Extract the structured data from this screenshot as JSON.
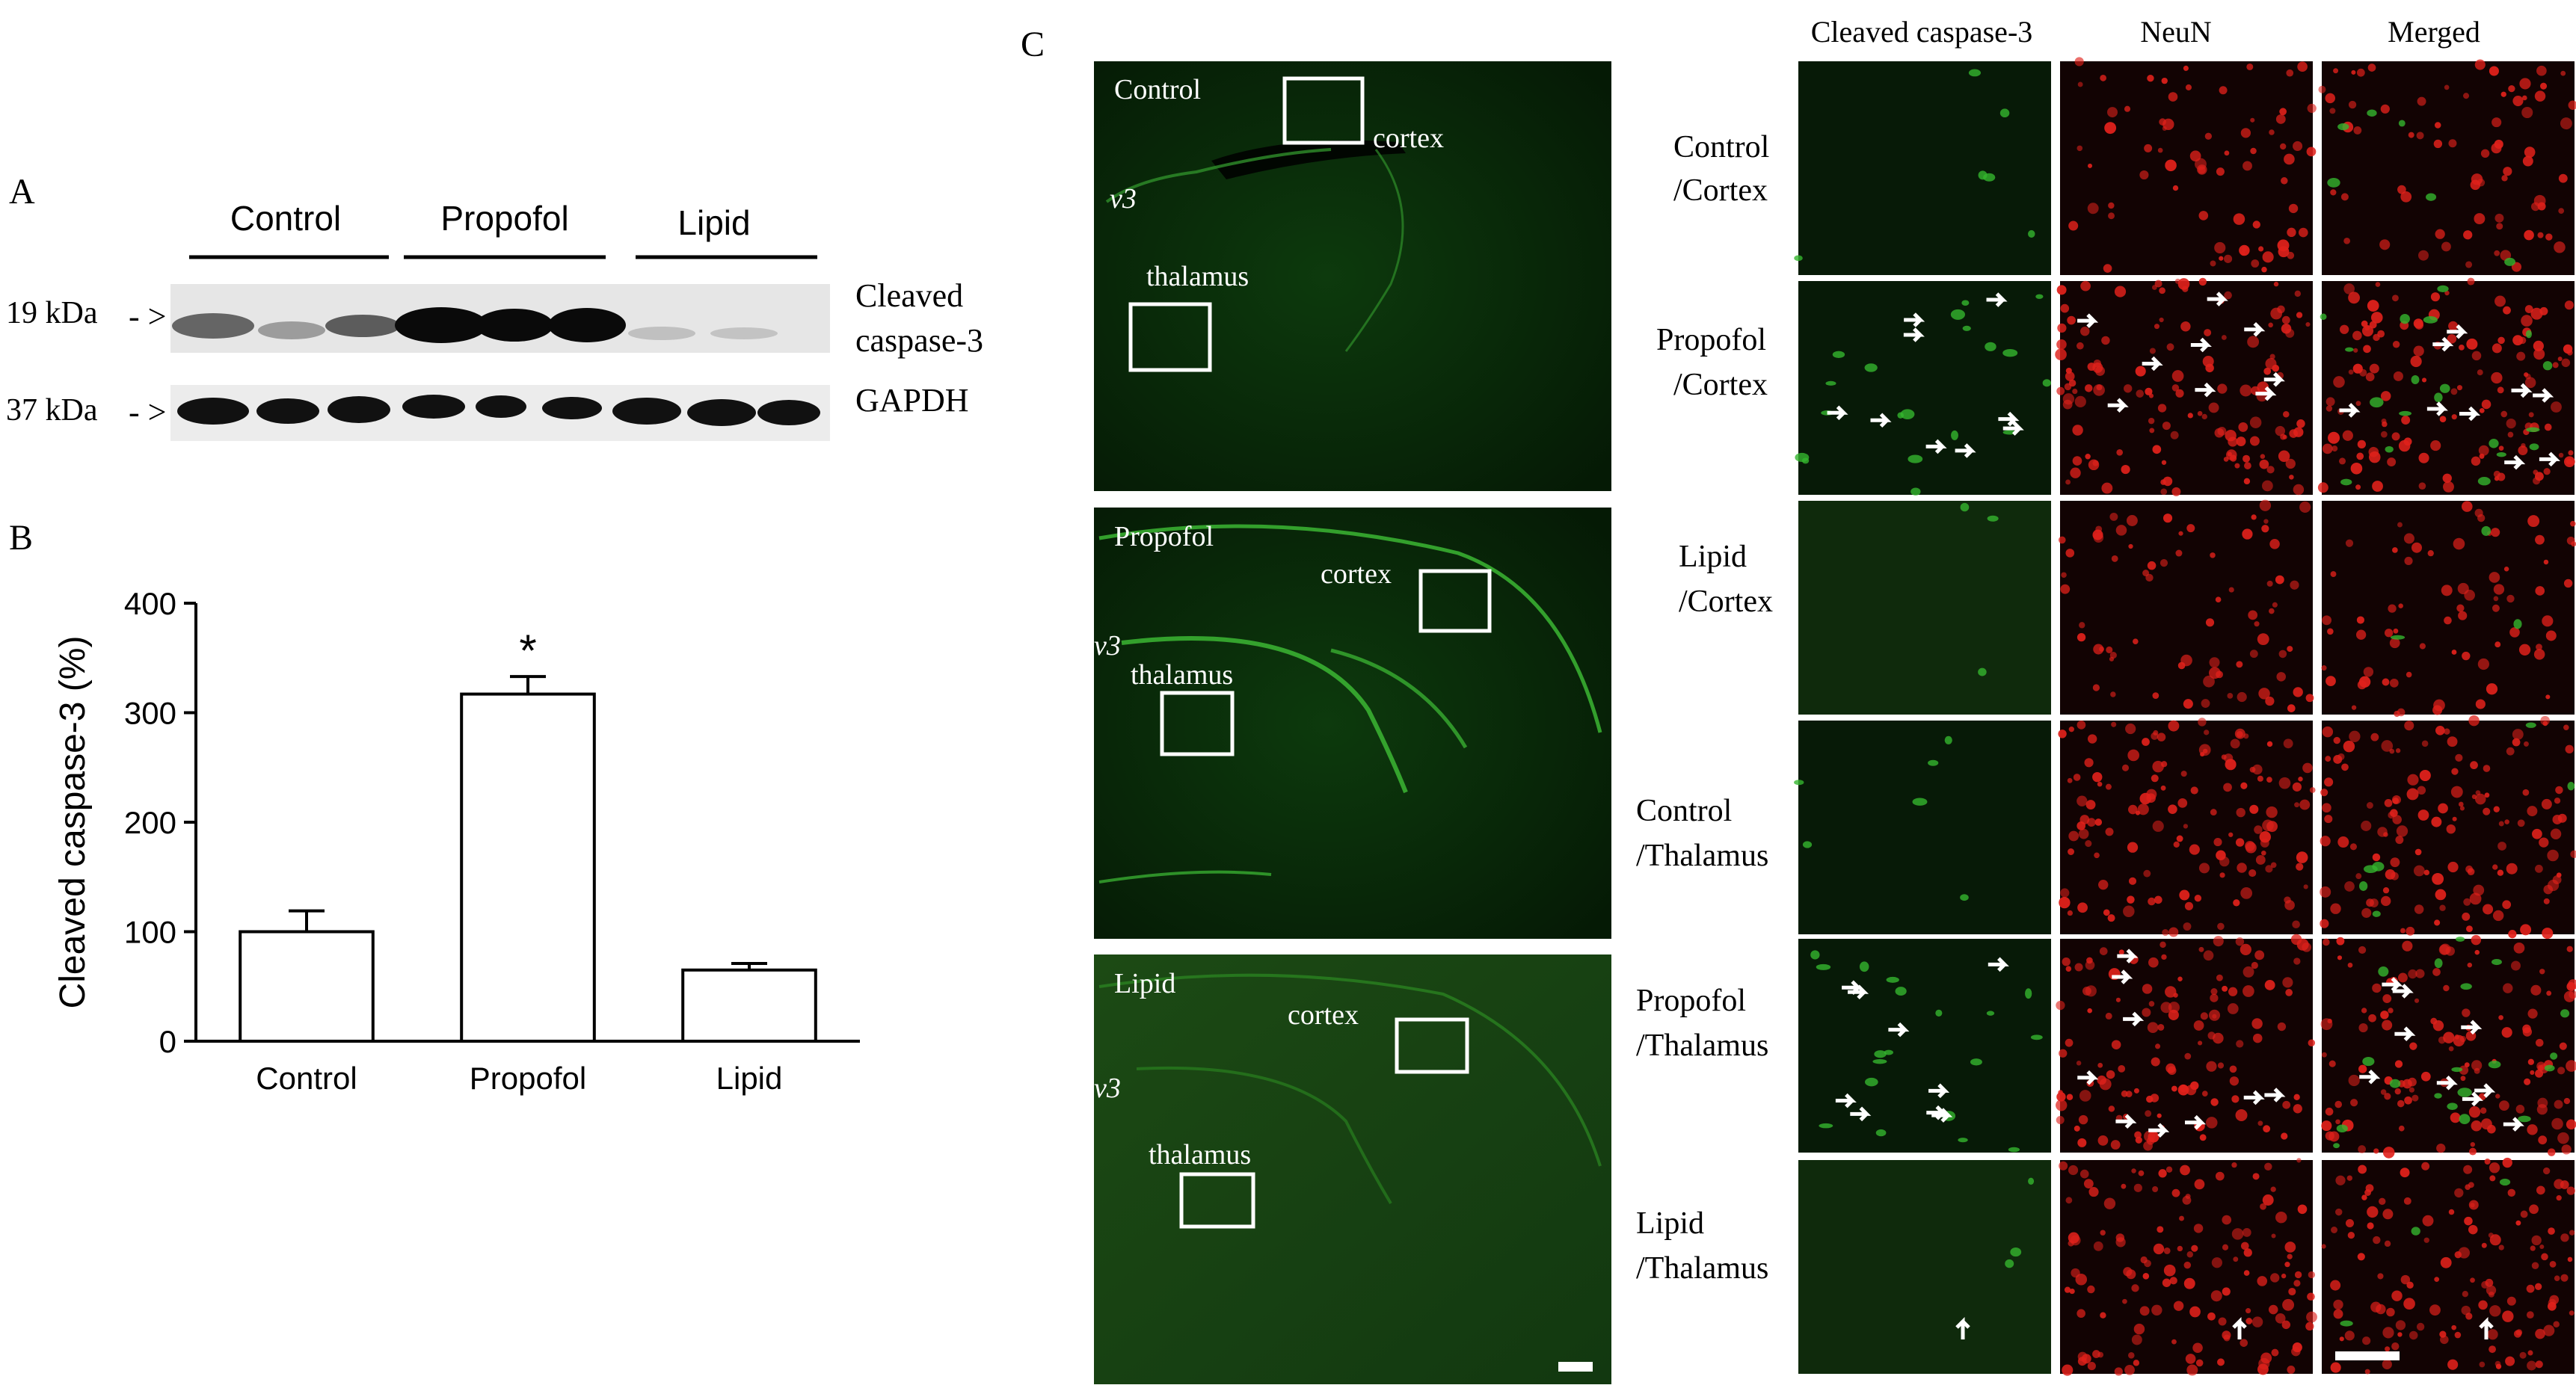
{
  "panel_labels": {
    "a": "A",
    "b": "B",
    "c": "C"
  },
  "western_blot": {
    "groups": [
      "Control",
      "Propofol",
      "Lipid"
    ],
    "rows": [
      {
        "marker": "19 kDa",
        "protein": [
          "Cleaved",
          "caspase-3"
        ]
      },
      {
        "marker": "37 kDa",
        "protein": [
          "GAPDH"
        ]
      }
    ]
  },
  "chart_data": {
    "type": "bar",
    "categories": [
      "Control",
      "Propofol",
      "Lipid"
    ],
    "values": [
      100,
      317,
      65
    ],
    "errors": [
      19,
      16,
      6
    ],
    "ylabel": "Cleaved caspase-3 (%)",
    "ylim": [
      0,
      400
    ],
    "yticks": [
      0,
      100,
      200,
      300,
      400
    ],
    "significance": [
      "",
      "*",
      ""
    ],
    "grid": false
  },
  "section_images": {
    "panels": [
      {
        "label": "Control",
        "regions": [
          "cortex",
          "thalamus"
        ],
        "ventricle": "v3"
      },
      {
        "label": "Propofol",
        "regions": [
          "cortex",
          "thalamus"
        ],
        "ventricle": "v3"
      },
      {
        "label": "Lipid",
        "regions": [
          "cortex",
          "thalamus"
        ],
        "ventricle": "v3"
      }
    ]
  },
  "micrographs": {
    "columns": [
      "Cleaved caspase-3",
      "NeuN",
      "Merged"
    ],
    "rows": [
      [
        "Control",
        "/Cortex"
      ],
      [
        "Propofol",
        "/Cortex"
      ],
      [
        "Lipid",
        "/Cortex"
      ],
      [
        "Control",
        "/Thalamus"
      ],
      [
        "Propofol",
        "/Thalamus"
      ],
      [
        "Lipid",
        "/Thalamus"
      ]
    ]
  },
  "colors": {
    "caspase_green": "#35b52e",
    "neun_red": "#e0211b",
    "tissue_green": "#0d3a0d",
    "box_white": "#ffffff"
  }
}
